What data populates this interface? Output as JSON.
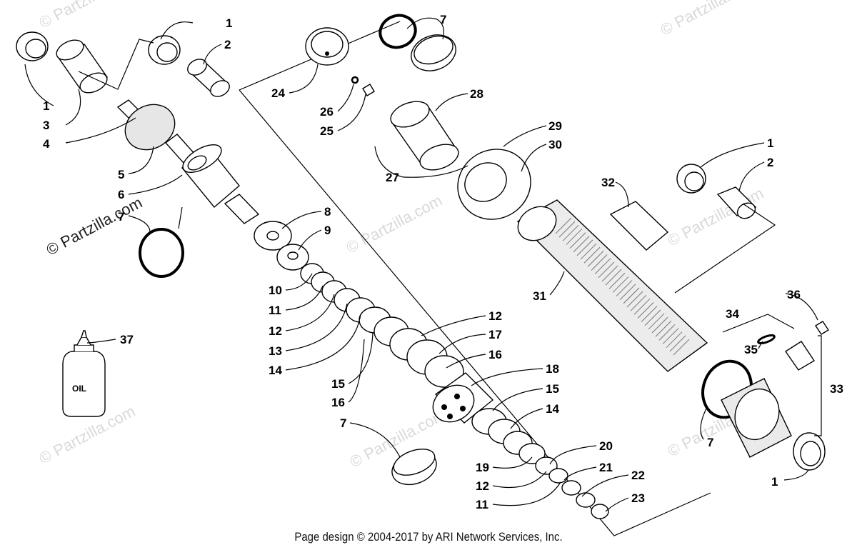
{
  "watermark": "© Partzilla.com",
  "watermark_dark": "© Partzilla.com",
  "footer": "Page design © 2004-2017 by ARI Network Services, Inc.",
  "oil_label": "OIL",
  "callouts": {
    "c1a": "1",
    "c2a": "2",
    "c1b": "1",
    "c3": "3",
    "c4": "4",
    "c5": "5",
    "c6": "6",
    "c7a": "7",
    "c8": "8",
    "c9": "9",
    "c10": "10",
    "c11a": "11",
    "c12a": "12",
    "c13": "13",
    "c14a": "14",
    "c15a": "15",
    "c16a": "16",
    "c12b": "12",
    "c17": "17",
    "c16b": "16",
    "c18": "18",
    "c15b": "15",
    "c14b": "14",
    "c7b": "7",
    "c20": "20",
    "c19": "19",
    "c21": "21",
    "c12c": "12",
    "c22": "22",
    "c11b": "11",
    "c23": "23",
    "c7c": "7",
    "c24": "24",
    "c26": "26",
    "c25": "25",
    "c28": "28",
    "c27": "27",
    "c29": "29",
    "c30": "30",
    "c32": "32",
    "c1c": "1",
    "c2b": "2",
    "c31": "31",
    "c36": "36",
    "c34": "34",
    "c35": "35",
    "c33": "33",
    "c7d": "7",
    "c1d": "1",
    "c37": "37"
  }
}
